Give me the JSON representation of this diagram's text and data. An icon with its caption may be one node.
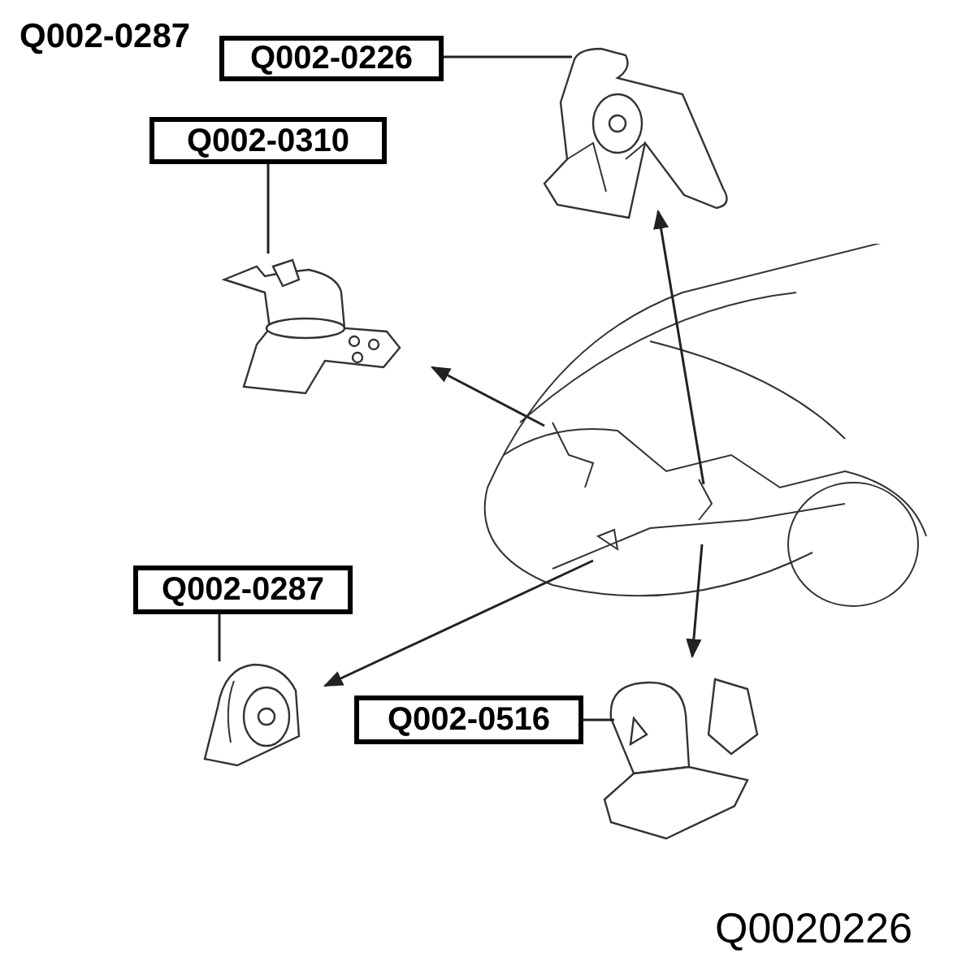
{
  "diagram": {
    "nodes": [
      {
        "text": [
          "Q002-0226"
        ]
      },
      {
        "text": [
          "Q002-0310"
        ]
      },
      {
        "text": [
          "Q002-0287"
        ]
      },
      {
        "text": [
          "Q002-0516"
        ]
      },
      {
        "text": [],
        "shape": "picture"
      },
      {
        "text": [],
        "shape": "picture"
      },
      {
        "text": [],
        "shape": "picture"
      },
      {
        "text": [],
        "shape": "picture"
      },
      {
        "text": [],
        "shape": "picture"
      }
    ],
    "edges": [
      {
        "from": 0,
        "to": 4,
        "arrow": "none"
      },
      {
        "from": 1,
        "to": 5,
        "arrow": "none"
      },
      {
        "from": 2,
        "to": 6,
        "arrow": "none"
      },
      {
        "from": 3,
        "to": 7,
        "arrow": "none"
      },
      {
        "from": 8,
        "to": 4,
        "arrow": "to"
      },
      {
        "from": 8,
        "to": 5,
        "arrow": "to"
      },
      {
        "from": 8,
        "to": 6,
        "arrow": "to"
      },
      {
        "from": 8,
        "to": 7,
        "arrow": "to"
      }
    ],
    "labels": [
      "Q002-0287",
      "Q0020226"
    ]
  }
}
